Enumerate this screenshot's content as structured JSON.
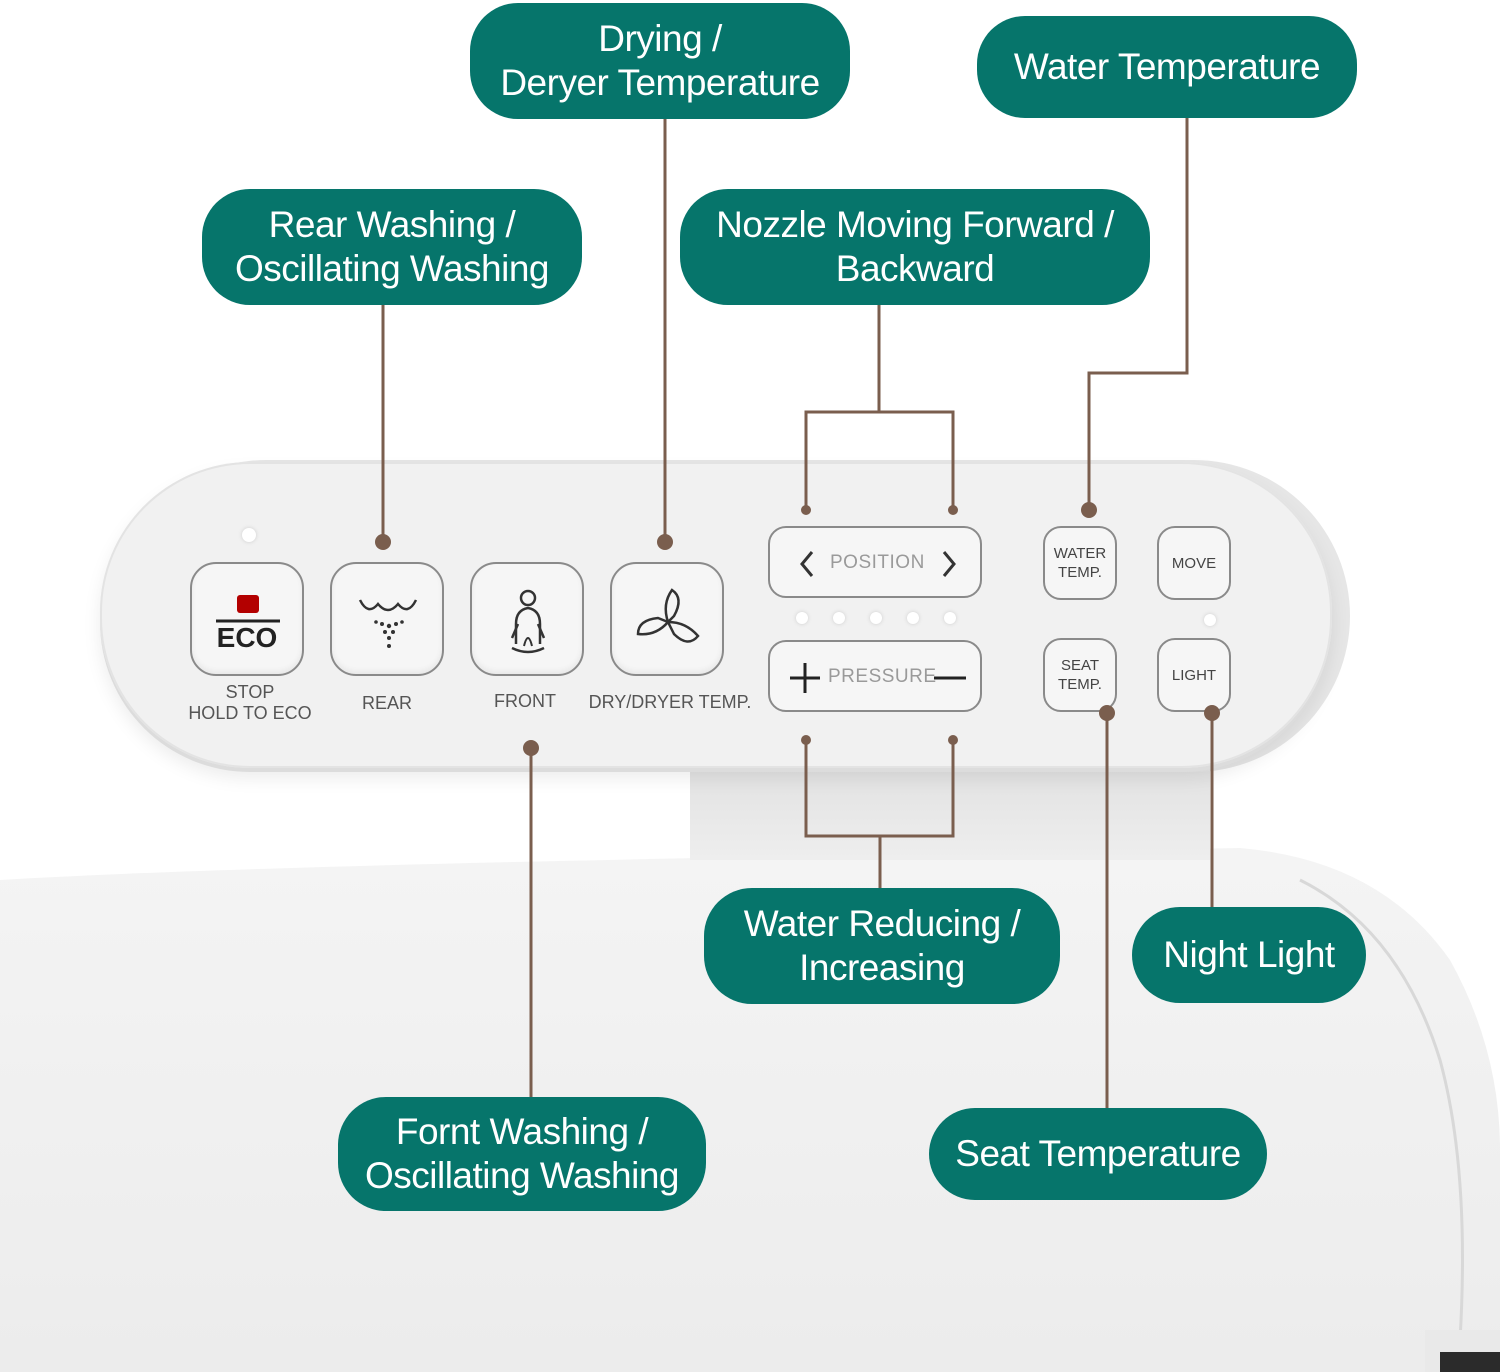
{
  "callouts": {
    "drying": {
      "line1": "Drying /",
      "line2": "Deryer Temperature"
    },
    "water_temperature": "Water Temperature",
    "rear_washing": {
      "line1": "Rear Washing /",
      "line2": "Oscillating Washing"
    },
    "nozzle": {
      "line1": "Nozzle Moving Forward /",
      "line2": "Backward"
    },
    "water_reducing": {
      "line1": "Water Reducing /",
      "line2": "Increasing"
    },
    "night_light": "Night Light",
    "front_washing": {
      "line1": "Fornt Washing /",
      "line2": "Oscillating Washing"
    },
    "seat_temperature": "Seat Temperature"
  },
  "panel": {
    "stop": {
      "icon_text": "ECO",
      "label_line1": "STOP",
      "label_line2": "HOLD TO ECO"
    },
    "rear_label": "REAR",
    "front_label": "FRONT",
    "dry_label": "DRY/DRYER TEMP.",
    "position_label": "POSITION",
    "pressure_label": "PRESSURE",
    "water_temp": {
      "line1": "WATER",
      "line2": "TEMP."
    },
    "seat_temp": {
      "line1": "SEAT",
      "line2": "TEMP."
    },
    "move_label": "MOVE",
    "light_label": "LIGHT"
  },
  "colors": {
    "callout_bg": "#06756b",
    "leader_line": "#7a5e4e",
    "stop_indicator": "#b30000"
  },
  "icons": [
    "stop-square-icon",
    "rear-wash-icon",
    "front-wash-icon",
    "fan-icon",
    "chevron-left-icon",
    "chevron-right-icon",
    "plus-icon",
    "minus-icon"
  ]
}
